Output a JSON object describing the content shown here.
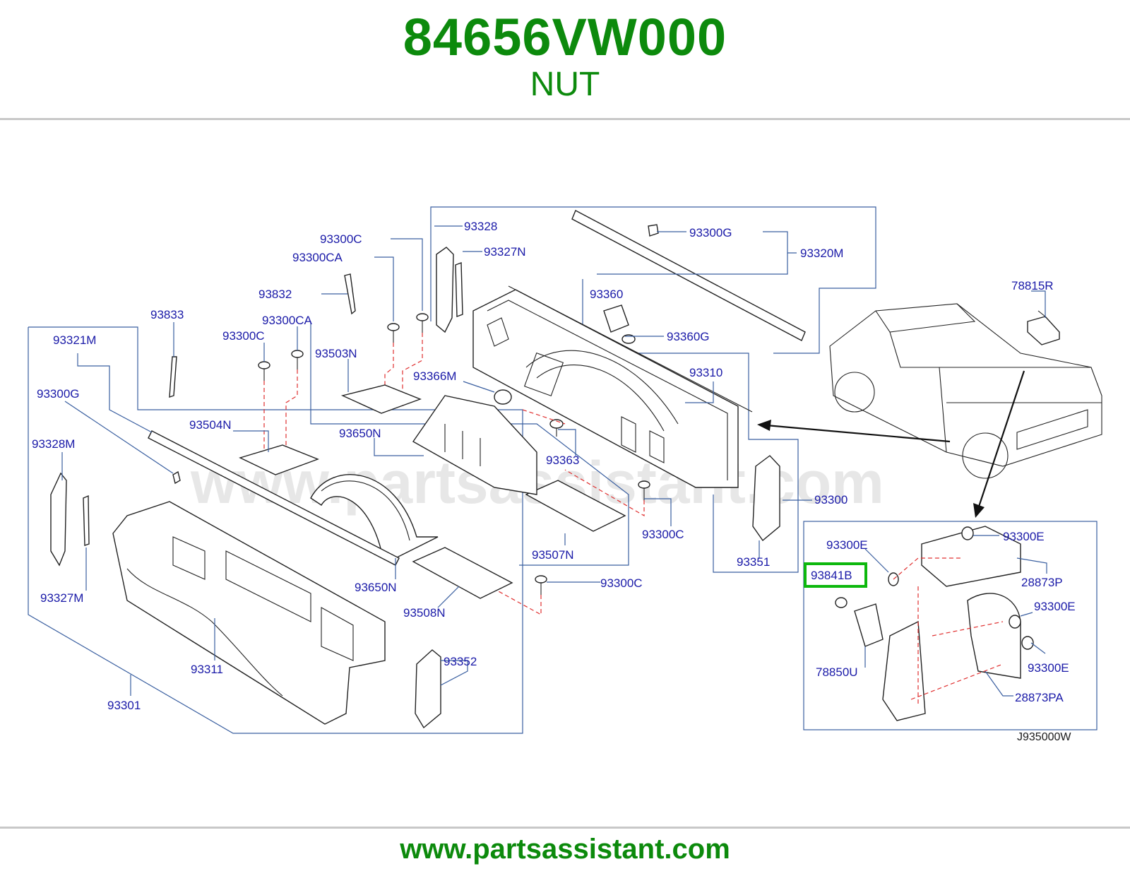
{
  "header": {
    "part_number": "84656VW000",
    "part_name": "NUT"
  },
  "footer": {
    "url": "www.partsassistant.com"
  },
  "diagram": {
    "watermark": "www.partsassistant.com",
    "code": "J935000W",
    "highlighted_label": "93841B",
    "highlight_color": "#0db80d",
    "labels": {
      "l_93328": "93328",
      "l_93300g_top": "93300G",
      "l_93300c_top": "93300C",
      "l_93327n": "93327N",
      "l_93320m": "93320M",
      "l_93300ca_top": "93300CA",
      "l_93832": "93832",
      "l_93360": "93360",
      "l_78815r": "78815R",
      "l_93833": "93833",
      "l_93300ca": "93300CA",
      "l_93360g": "93360G",
      "l_93321m": "93321M",
      "l_93300c_mid": "93300C",
      "l_93503n": "93503N",
      "l_93310": "93310",
      "l_93366m": "93366M",
      "l_93300g_left": "93300G",
      "l_93504n": "93504N",
      "l_93650n_top": "93650N",
      "l_93328m": "93328M",
      "l_93363": "93363",
      "l_93300": "93300",
      "l_93300c_right": "93300C",
      "l_93507n": "93507N",
      "l_93351": "93351",
      "l_93300e_a": "93300E",
      "l_93300e_b": "93300E",
      "l_28873p": "28873P",
      "l_93650n_bottom": "93650N",
      "l_93300c_bottom": "93300C",
      "l_93327m": "93327M",
      "l_93508n": "93508N",
      "l_93300e_c": "93300E",
      "l_93352": "93352",
      "l_93311": "93311",
      "l_78850u": "78850U",
      "l_93300e_d": "93300E",
      "l_28873pa": "28873PA",
      "l_93301": "93301"
    }
  }
}
